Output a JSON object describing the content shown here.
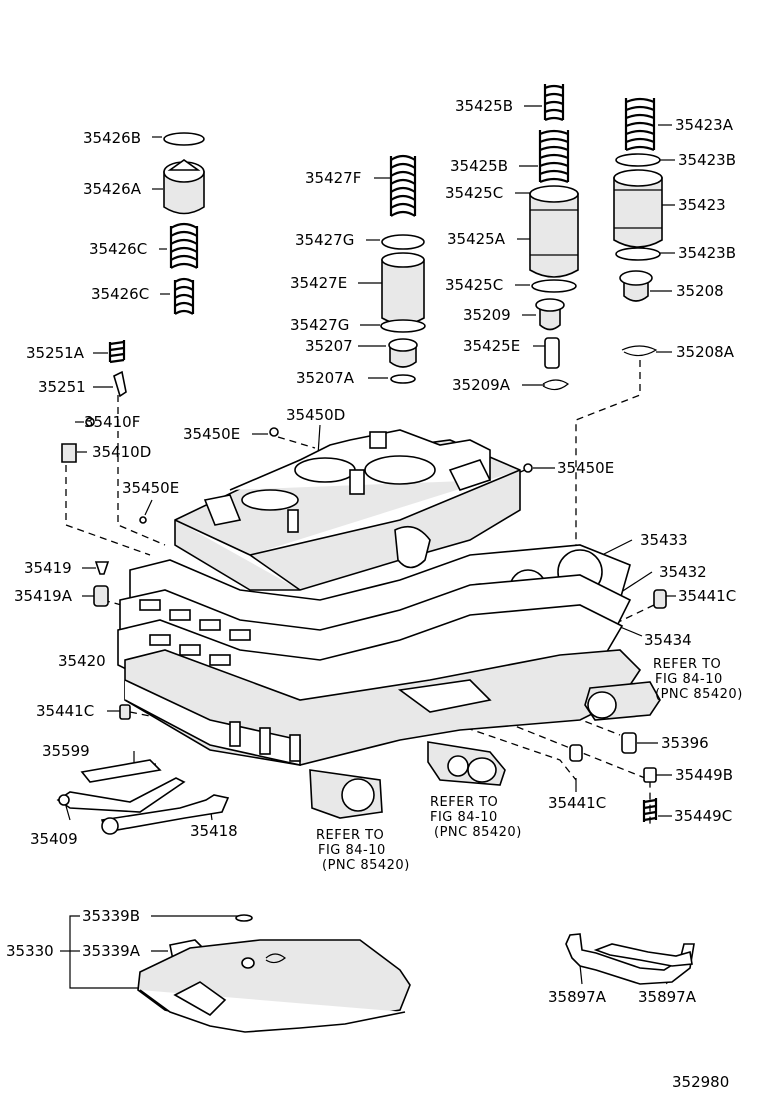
{
  "diagram_id": "352980",
  "labels": {
    "l35426B": "35426B",
    "l35426A": "35426A",
    "l35426C1": "35426C",
    "l35426C2": "35426C",
    "l35427F": "35427F",
    "l35427G1": "35427G",
    "l35427E": "35427E",
    "l35427G2": "35427G",
    "l35207": "35207",
    "l35207A": "35207A",
    "l35425B1": "35425B",
    "l35425B2": "35425B",
    "l35425C1": "35425C",
    "l35425A": "35425A",
    "l35425C2": "35425C",
    "l35209": "35209",
    "l35425E": "35425E",
    "l35209A": "35209A",
    "l35423A": "35423A",
    "l35423B1": "35423B",
    "l35423": "35423",
    "l35423B2": "35423B",
    "l35208": "35208",
    "l35208A": "35208A",
    "l35251A": "35251A",
    "l35251": "35251",
    "l35410F": "35410F",
    "l35410D": "35410D",
    "l35450E1": "35450E",
    "l35450D": "35450D",
    "l35450E2": "35450E",
    "l35450E3": "35450E",
    "l35419": "35419",
    "l35419A": "35419A",
    "l35433": "35433",
    "l35432": "35432",
    "l35441C1": "35441C",
    "l35434": "35434",
    "l35420": "35420",
    "l35441C2": "35441C",
    "l35396": "35396",
    "l35599": "35599",
    "l35441C3": "35441C",
    "l35449B": "35449B",
    "l35409": "35409",
    "l35418": "35418",
    "l35449C": "35449C",
    "l35339B": "35339B",
    "l35330": "35330",
    "l35339A": "35339A",
    "l35897A1": "35897A",
    "l35897A2": "35897A"
  },
  "notes": {
    "ref1": [
      "REFER TO",
      "FIG 84-10",
      "(PNC 85420)"
    ],
    "ref2": [
      "REFER TO",
      "FIG 84-10",
      "(PNC 85420)"
    ],
    "ref3": [
      "REFER TO",
      "FIG 84-10",
      "(PNC 85420)"
    ]
  }
}
